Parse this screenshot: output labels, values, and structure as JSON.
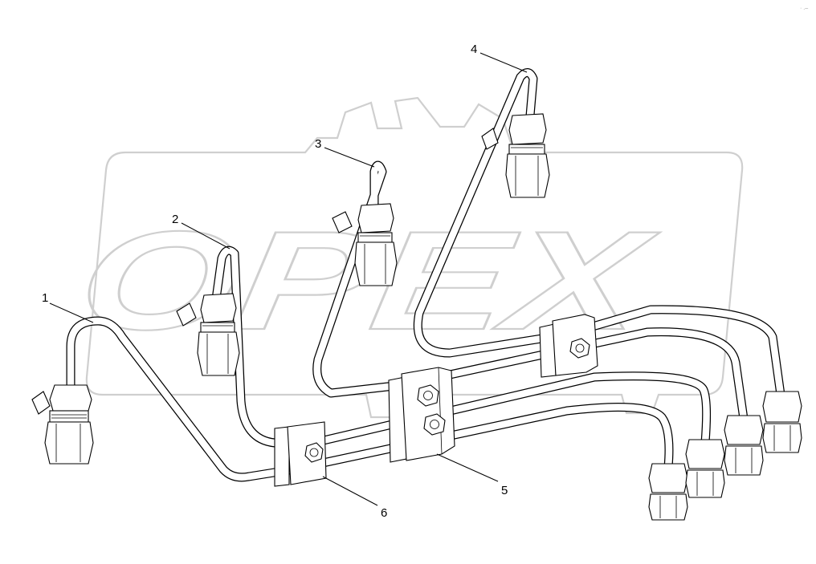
{
  "watermark": {
    "text": "OPEX"
  },
  "corner_mark": "· .–",
  "callouts": [
    {
      "id": "1",
      "label": "1"
    },
    {
      "id": "2",
      "label": "2"
    },
    {
      "id": "3",
      "label": "3"
    },
    {
      "id": "4",
      "label": "4"
    },
    {
      "id": "5",
      "label": "5"
    },
    {
      "id": "6",
      "label": "6"
    }
  ]
}
